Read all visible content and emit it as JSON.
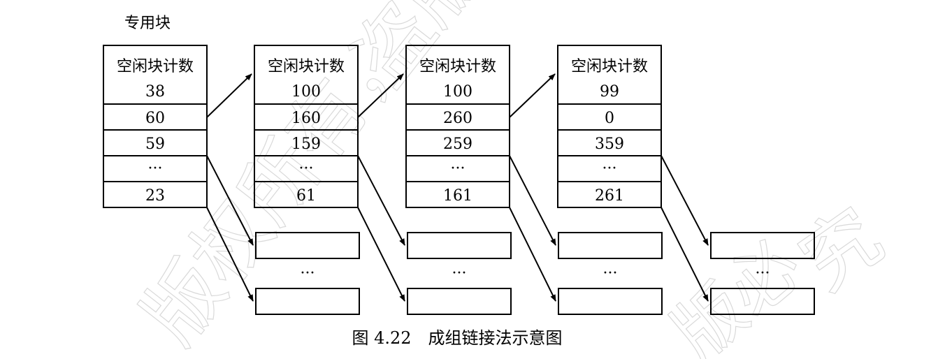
{
  "special_block_label": "专用块",
  "caption": "图 4.22　成组链接法示意图",
  "watermark": [
    "版权所有，",
    "盗版必",
    "究",
    "版必"
  ],
  "stacks": [
    {
      "rows": [
        "空闲块计数",
        "38",
        "60",
        "59",
        "···",
        "23"
      ]
    },
    {
      "rows": [
        "空闲块计数",
        "100",
        "160",
        "159",
        "···",
        "61"
      ]
    },
    {
      "rows": [
        "空闲块计数",
        "100",
        "260",
        "259",
        "···",
        "161"
      ]
    },
    {
      "rows": [
        "空闲块计数",
        "99",
        "0",
        "359",
        "···",
        "261"
      ]
    }
  ],
  "block_group_ellipsis": "···"
}
